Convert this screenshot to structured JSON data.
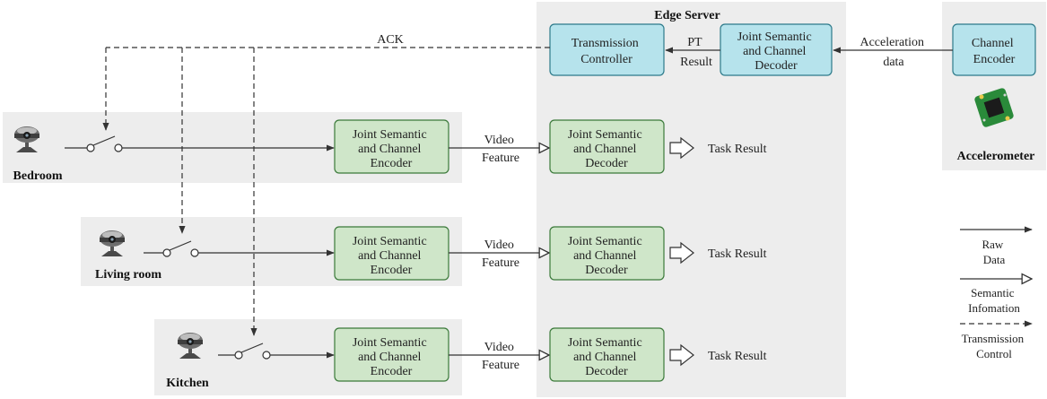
{
  "edge_server": {
    "title": "Edge Server"
  },
  "feedback": {
    "ack_label": "ACK"
  },
  "edge_blocks": {
    "transmission_controller": [
      "Transmission",
      "Controller"
    ],
    "joint_decoder": [
      "Joint Semantic",
      "and Channel",
      "Decoder"
    ]
  },
  "edge_labels": {
    "pt_result": [
      "PT",
      "Result"
    ],
    "acceleration_data": [
      "Acceleration",
      "data"
    ]
  },
  "sensor": {
    "channel_encoder": [
      "Channel",
      "Encoder"
    ],
    "name": "Accelerometer"
  },
  "rooms": [
    {
      "name": "Bedroom",
      "encoder": [
        "Joint Semantic",
        "and Channel",
        "Encoder"
      ],
      "feature": [
        "Video",
        "Feature"
      ],
      "decoder": [
        "Joint Semantic",
        "and Channel",
        "Decoder"
      ],
      "result": "Task Result"
    },
    {
      "name": "Living room",
      "encoder": [
        "Joint Semantic",
        "and Channel",
        "Encoder"
      ],
      "feature": [
        "Video",
        "Feature"
      ],
      "decoder": [
        "Joint Semantic",
        "and Channel",
        "Decoder"
      ],
      "result": "Task Result"
    },
    {
      "name": "Kitchen",
      "encoder": [
        "Joint Semantic",
        "and Channel",
        "Encoder"
      ],
      "feature": [
        "Video",
        "Feature"
      ],
      "decoder": [
        "Joint Semantic",
        "and Channel",
        "Decoder"
      ],
      "result": "Task Result"
    }
  ],
  "legend": [
    {
      "kind": "raw",
      "label": [
        "Raw",
        "Data"
      ]
    },
    {
      "kind": "semantic",
      "label": [
        "Semantic",
        "Infomation"
      ]
    },
    {
      "kind": "control",
      "label": [
        "Transmission",
        "Control"
      ]
    }
  ],
  "colors": {
    "encoder_fill": "#cfe6c9",
    "edge_block_fill": "#b6e3ec",
    "region_fill": "#ededed"
  }
}
